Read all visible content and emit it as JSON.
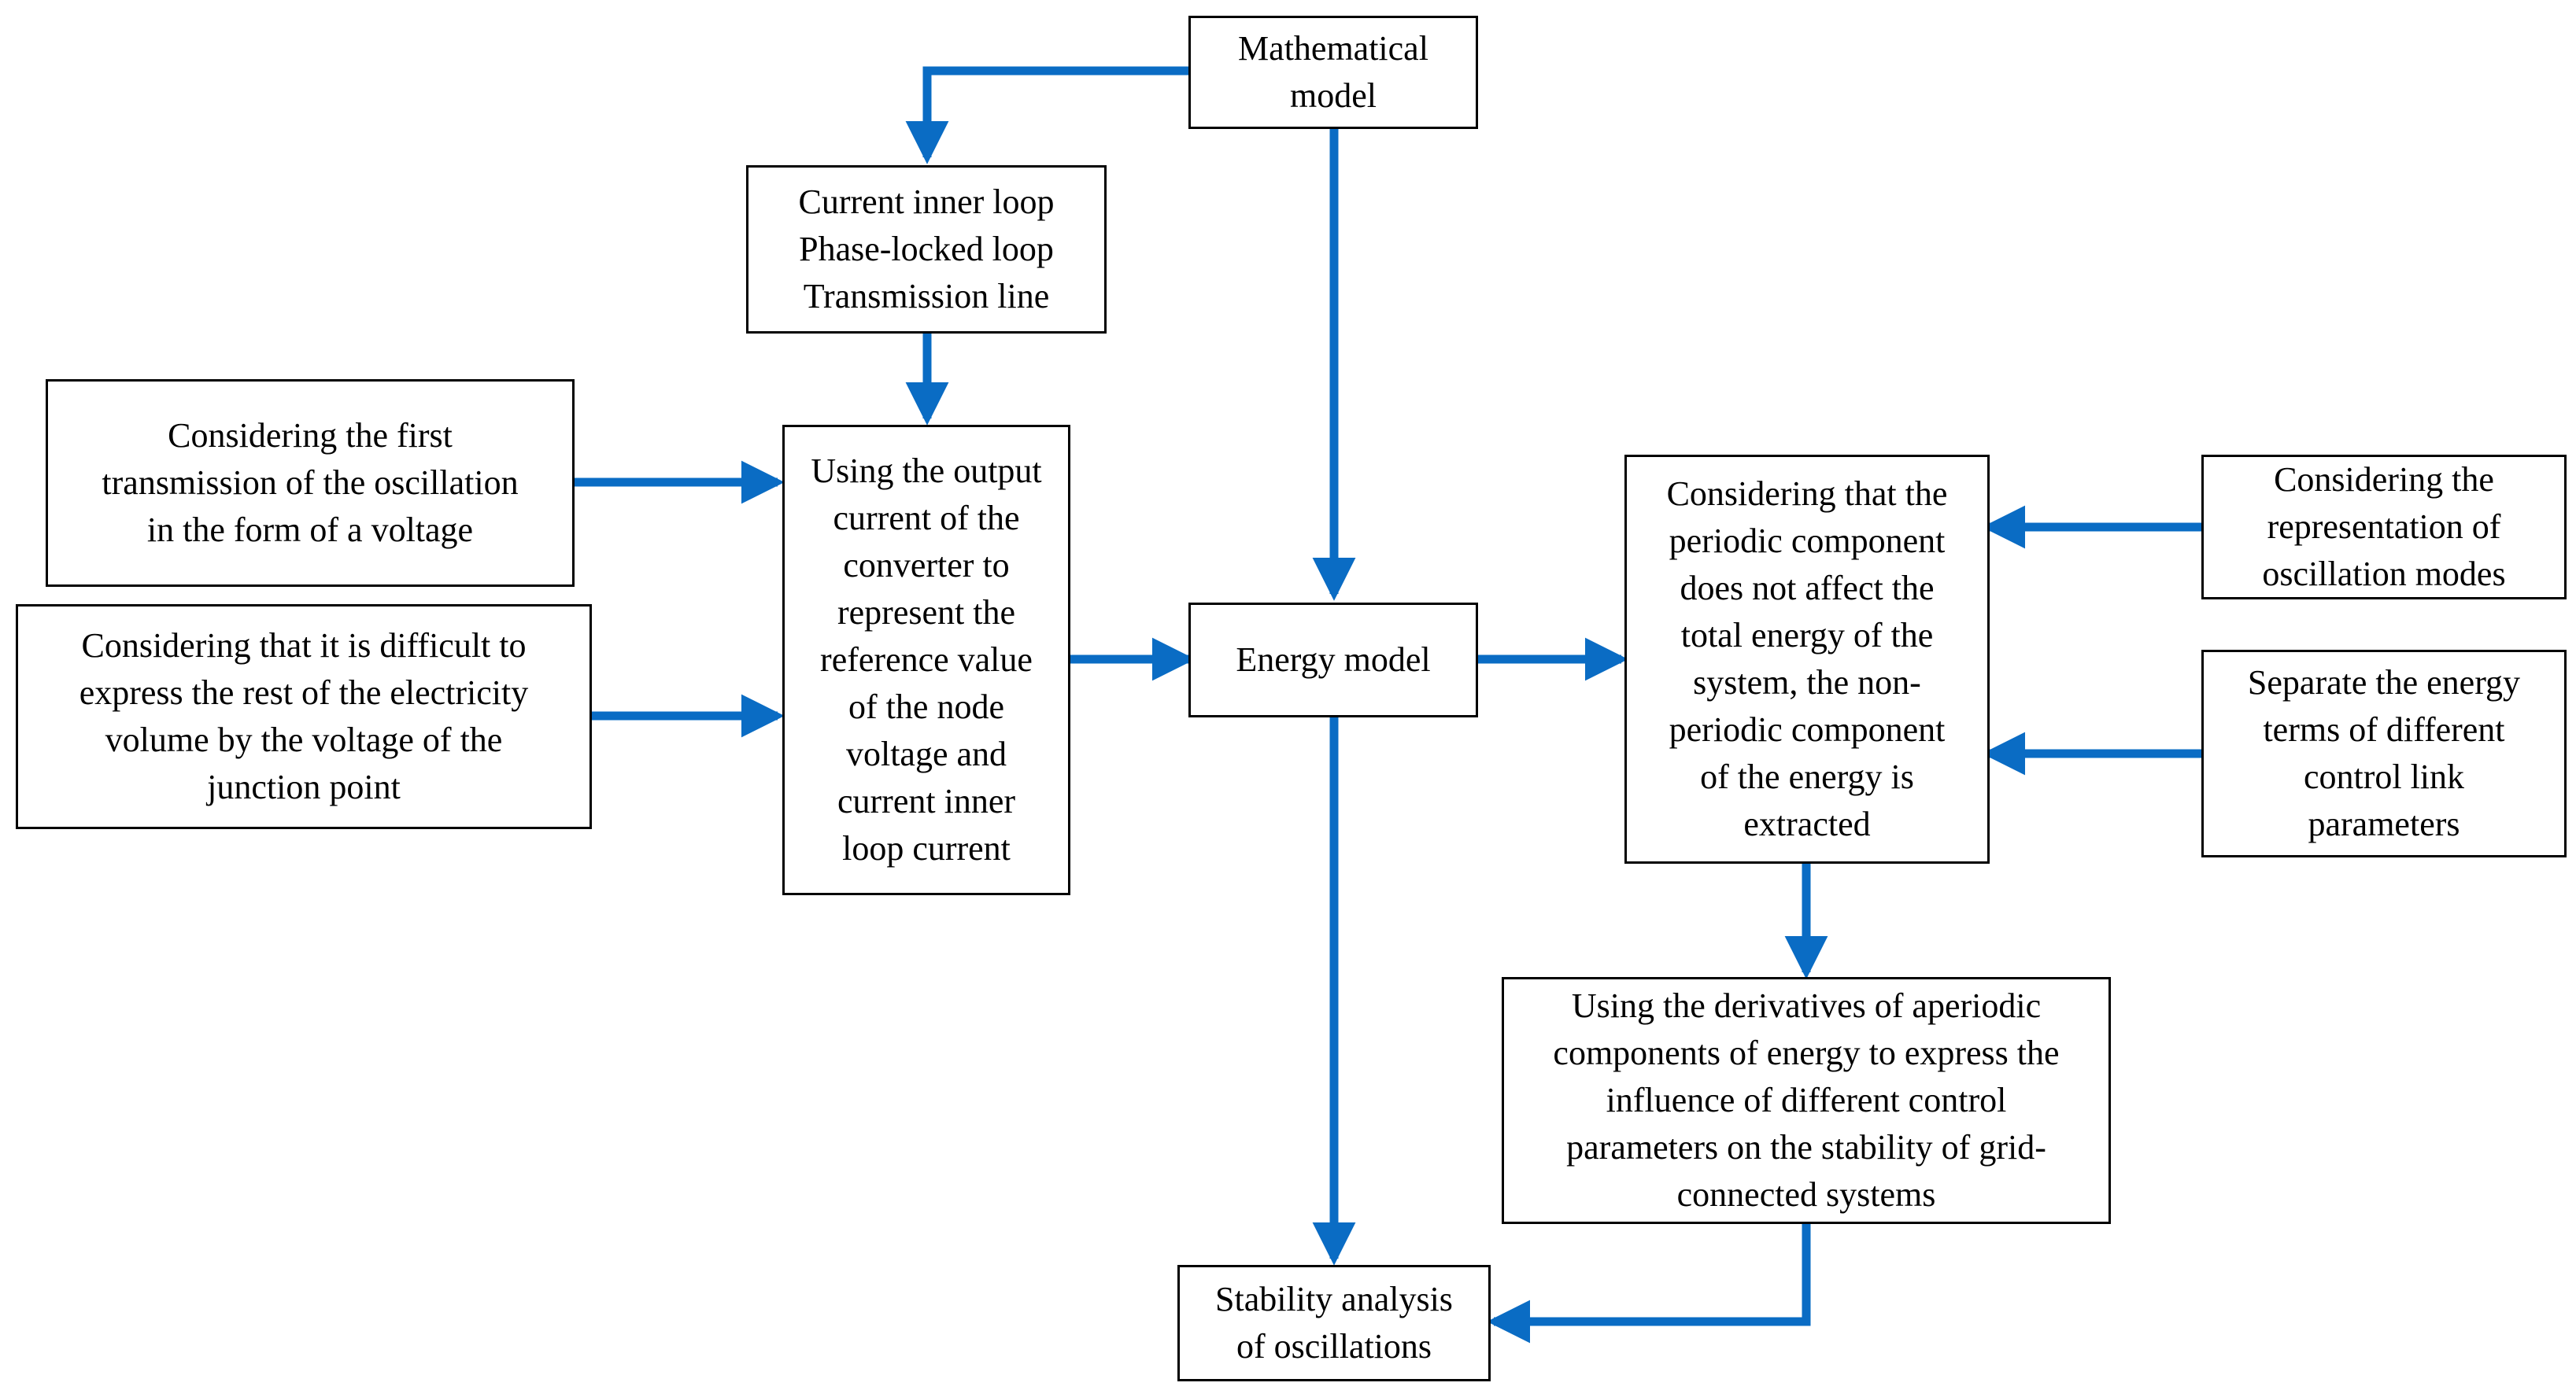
{
  "colors": {
    "arrow": "#0a6cc4",
    "box_border": "#000000",
    "background": "#ffffff"
  },
  "boxes": {
    "mathematical_model": {
      "lines": [
        "Mathematical",
        "model"
      ]
    },
    "control_loops": {
      "lines": [
        "Current inner loop",
        "Phase-locked loop",
        "Transmission line"
      ]
    },
    "voltage_transmission": {
      "lines": [
        "Considering the first",
        "transmission of the oscillation",
        "in the form of a voltage"
      ]
    },
    "junction_voltage": {
      "lines": [
        "Considering that it is difficult to",
        "express the rest of the electricity",
        "volume by the voltage of the",
        "junction point"
      ]
    },
    "output_current": {
      "lines": [
        "Using the output",
        "current of the",
        "converter to",
        "represent the",
        "reference value",
        "of the node",
        "voltage and",
        "current inner",
        "loop current"
      ]
    },
    "energy_model": {
      "lines": [
        "Energy model"
      ]
    },
    "periodic_component": {
      "lines": [
        "Considering that the",
        "periodic component",
        "does not affect the",
        "total energy of the",
        "system, the non-",
        "periodic component",
        "of the energy is",
        "extracted"
      ]
    },
    "oscillation_modes": {
      "lines": [
        "Considering the",
        "representation of",
        "oscillation modes"
      ]
    },
    "separate_energy_terms": {
      "lines": [
        "Separate the energy",
        "terms of different",
        "control link",
        "parameters"
      ]
    },
    "aperiodic_derivatives": {
      "lines": [
        "Using the derivatives of aperiodic",
        "components of energy to express the",
        "influence of different control",
        "parameters on the stability of grid-",
        "connected systems"
      ]
    },
    "stability_analysis": {
      "lines": [
        "Stability analysis",
        "of oscillations"
      ]
    }
  }
}
